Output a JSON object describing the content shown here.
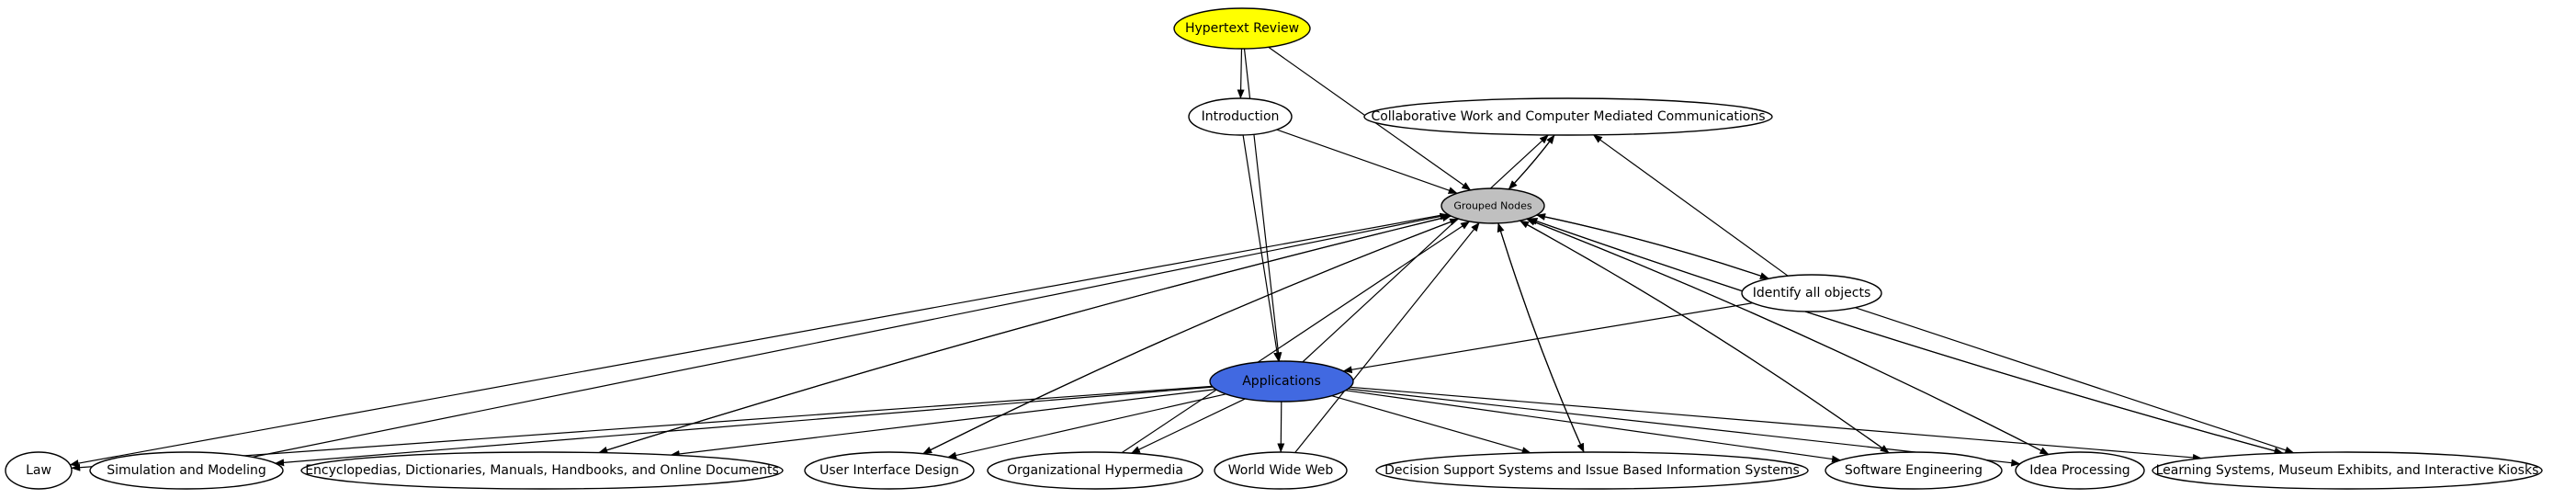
{
  "graph": {
    "nodes": [
      {
        "id": "hypertext-review",
        "label": "Hypertext Review",
        "fill": "#ffff00"
      },
      {
        "id": "introduction",
        "label": "Introduction",
        "fill": "#ffffff"
      },
      {
        "id": "collaborative-work",
        "label": "Collaborative Work and Computer Mediated Communications",
        "fill": "#ffffff"
      },
      {
        "id": "grouped-nodes",
        "label": "Grouped Nodes",
        "fill": "#c0c0c0"
      },
      {
        "id": "identify-all-objects",
        "label": "Identify all objects",
        "fill": "#ffffff"
      },
      {
        "id": "applications",
        "label": "Applications",
        "fill": "#4169e1"
      },
      {
        "id": "law",
        "label": "Law",
        "fill": "#ffffff"
      },
      {
        "id": "simulation-and-modeling",
        "label": "Simulation and Modeling",
        "fill": "#ffffff"
      },
      {
        "id": "encyclopedias",
        "label": "Encyclopedias, Dictionaries, Manuals, Handbooks, and Online Documents",
        "fill": "#ffffff"
      },
      {
        "id": "user-interface-design",
        "label": "User Interface Design",
        "fill": "#ffffff"
      },
      {
        "id": "organizational-hypermedia",
        "label": "Organizational Hypermedia",
        "fill": "#ffffff"
      },
      {
        "id": "world-wide-web",
        "label": "World Wide Web",
        "fill": "#ffffff"
      },
      {
        "id": "decision-support",
        "label": "Decision Support Systems and Issue Based Information Systems",
        "fill": "#ffffff"
      },
      {
        "id": "software-engineering",
        "label": "Software Engineering",
        "fill": "#ffffff"
      },
      {
        "id": "idea-processing",
        "label": "Idea Processing",
        "fill": "#ffffff"
      },
      {
        "id": "learning-systems",
        "label": "Learning Systems, Museum Exhibits, and Interactive Kiosks",
        "fill": "#ffffff"
      }
    ],
    "edges": [
      {
        "from": "hypertext-review",
        "to": "introduction"
      },
      {
        "from": "hypertext-review",
        "to": "grouped-nodes"
      },
      {
        "from": "hypertext-review",
        "to": "applications"
      },
      {
        "from": "introduction",
        "to": "grouped-nodes"
      },
      {
        "from": "introduction",
        "to": "applications"
      },
      {
        "from": "grouped-nodes",
        "to": "collaborative-work"
      },
      {
        "from": "collaborative-work",
        "to": "grouped-nodes"
      },
      {
        "from": "identify-all-objects",
        "to": "collaborative-work"
      },
      {
        "from": "identify-all-objects",
        "to": "grouped-nodes"
      },
      {
        "from": "grouped-nodes",
        "to": "identify-all-objects"
      },
      {
        "from": "identify-all-objects",
        "to": "applications"
      },
      {
        "from": "identify-all-objects",
        "to": "learning-systems"
      },
      {
        "from": "applications",
        "to": "collaborative-work"
      },
      {
        "from": "applications",
        "to": "law"
      },
      {
        "from": "applications",
        "to": "simulation-and-modeling"
      },
      {
        "from": "applications",
        "to": "encyclopedias"
      },
      {
        "from": "applications",
        "to": "user-interface-design"
      },
      {
        "from": "applications",
        "to": "organizational-hypermedia"
      },
      {
        "from": "applications",
        "to": "world-wide-web"
      },
      {
        "from": "applications",
        "to": "decision-support"
      },
      {
        "from": "applications",
        "to": "software-engineering"
      },
      {
        "from": "applications",
        "to": "idea-processing"
      },
      {
        "from": "applications",
        "to": "learning-systems"
      },
      {
        "from": "grouped-nodes",
        "to": "law"
      },
      {
        "from": "simulation-and-modeling",
        "to": "grouped-nodes"
      },
      {
        "from": "grouped-nodes",
        "to": "encyclopedias"
      },
      {
        "from": "encyclopedias",
        "to": "grouped-nodes"
      },
      {
        "from": "grouped-nodes",
        "to": "user-interface-design"
      },
      {
        "from": "user-interface-design",
        "to": "grouped-nodes"
      },
      {
        "from": "organizational-hypermedia",
        "to": "grouped-nodes"
      },
      {
        "from": "world-wide-web",
        "to": "grouped-nodes"
      },
      {
        "from": "grouped-nodes",
        "to": "decision-support"
      },
      {
        "from": "decision-support",
        "to": "grouped-nodes"
      },
      {
        "from": "software-engineering",
        "to": "grouped-nodes"
      },
      {
        "from": "grouped-nodes",
        "to": "software-engineering"
      },
      {
        "from": "idea-processing",
        "to": "grouped-nodes"
      },
      {
        "from": "grouped-nodes",
        "to": "idea-processing"
      },
      {
        "from": "grouped-nodes",
        "to": "learning-systems"
      },
      {
        "from": "learning-systems",
        "to": "grouped-nodes"
      }
    ]
  }
}
